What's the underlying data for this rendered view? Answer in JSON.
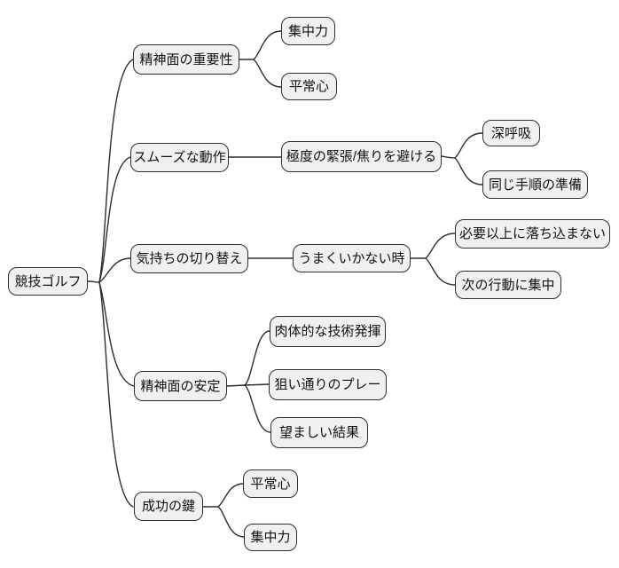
{
  "mindmap": {
    "root": {
      "label": "競技ゴルフ"
    },
    "branches": [
      {
        "label": "精神面の重要性",
        "children": [
          {
            "label": "集中力"
          },
          {
            "label": "平常心"
          }
        ]
      },
      {
        "label": "スムーズな動作",
        "children": [
          {
            "label": "極度の緊張/焦りを避ける",
            "children": [
              {
                "label": "深呼吸"
              },
              {
                "label": "同じ手順の準備"
              }
            ]
          }
        ]
      },
      {
        "label": "気持ちの切り替え",
        "children": [
          {
            "label": "うまくいかない時",
            "children": [
              {
                "label": "必要以上に落ち込まない"
              },
              {
                "label": "次の行動に集中"
              }
            ]
          }
        ]
      },
      {
        "label": "精神面の安定",
        "children": [
          {
            "label": "肉体的な技術発揮"
          },
          {
            "label": "狙い通りのプレー"
          },
          {
            "label": "望ましい結果"
          }
        ]
      },
      {
        "label": "成功の鍵",
        "children": [
          {
            "label": "平常心"
          },
          {
            "label": "集中力"
          }
        ]
      }
    ],
    "colors": {
      "background": "#ffffff",
      "node_fill": "#f0f0f0",
      "node_border": "#2e2e2e",
      "line": "#2e2e2e"
    }
  }
}
